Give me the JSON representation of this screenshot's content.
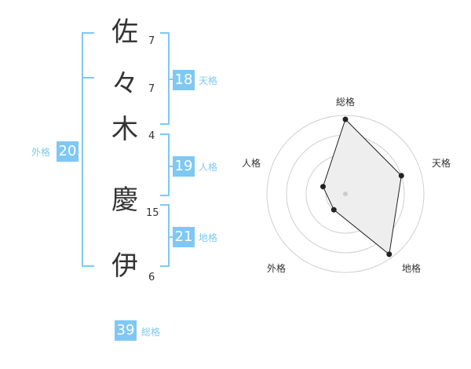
{
  "name": {
    "chars": [
      {
        "char": "佐",
        "strokes": "7"
      },
      {
        "char": "々",
        "strokes": "7"
      },
      {
        "char": "木",
        "strokes": "4"
      },
      {
        "char": "慶",
        "strokes": "15"
      },
      {
        "char": "伊",
        "strokes": "6"
      }
    ]
  },
  "fortune": {
    "tenkaku": {
      "value": "18",
      "label": "天格"
    },
    "jinkaku": {
      "value": "19",
      "label": "人格"
    },
    "chikaku": {
      "value": "21",
      "label": "地格"
    },
    "gaikaku": {
      "value": "20",
      "label": "外格"
    },
    "soukaku": {
      "value": "39",
      "label": "総格"
    }
  },
  "colors": {
    "accent": "#7fc8f3",
    "text": "#333333",
    "grid": "#cccccc",
    "fill": "#eeeeee"
  },
  "chart_data": {
    "type": "radar",
    "axes": [
      "総格",
      "天格",
      "地格",
      "外格",
      "人格"
    ],
    "values": [
      0.95,
      0.75,
      0.95,
      0.25,
      0.3
    ],
    "max": 1,
    "rings": 4
  }
}
